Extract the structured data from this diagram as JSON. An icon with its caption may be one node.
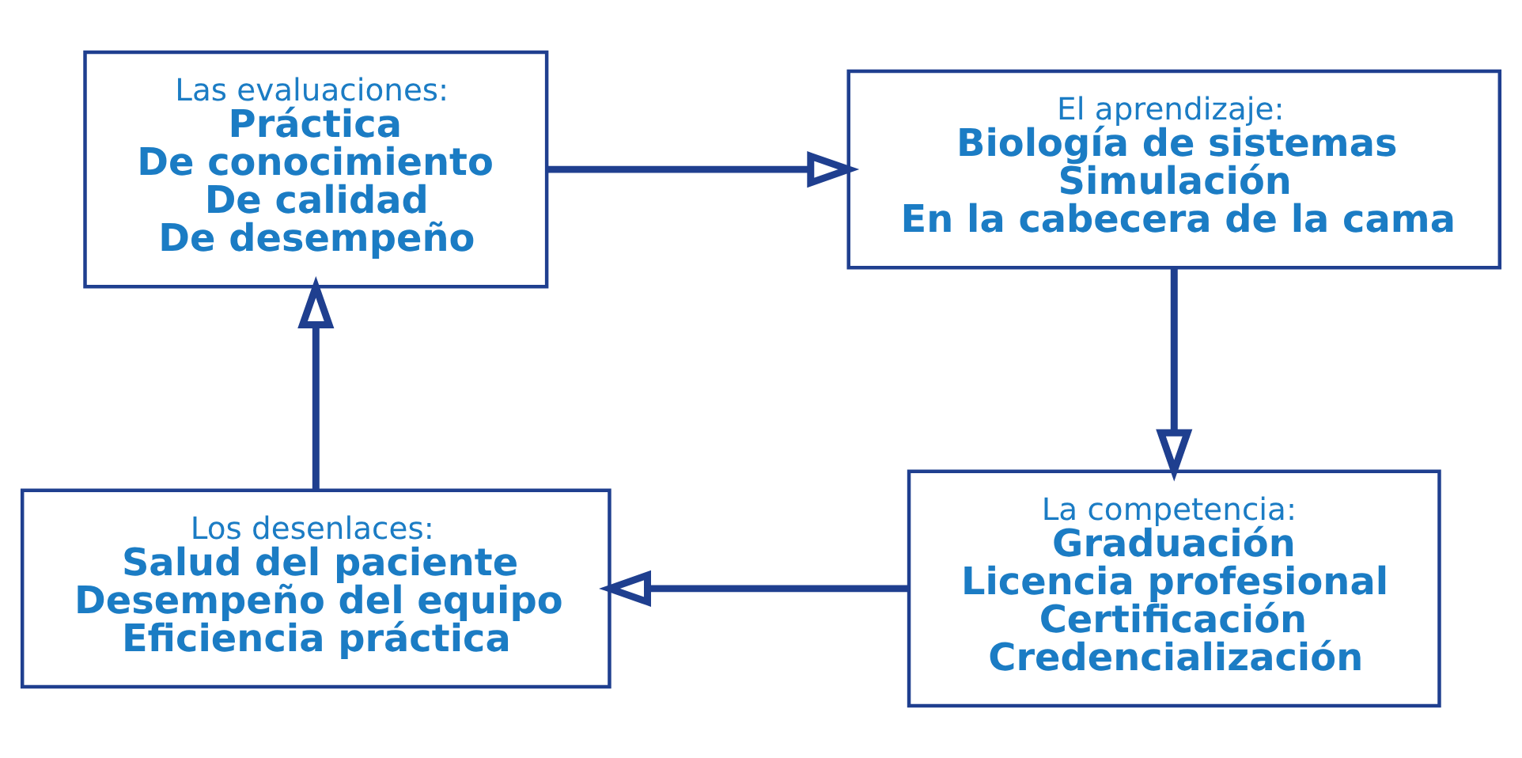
{
  "diagram": {
    "nodes": [
      {
        "text": [
          "Las evaluaciones:",
          "Práctica",
          "De conocimiento",
          "De calidad",
          "De desempeño"
        ]
      },
      {
        "text": [
          "El aprendizaje:",
          "Biología de sistemas",
          "Simulación",
          "En la cabecera de la cama"
        ]
      },
      {
        "text": [
          "La competencia:",
          "Graduación",
          "Licencia profesional",
          "Certificación",
          "Credencialización"
        ]
      },
      {
        "text": [
          "Los desenlaces:",
          "Salud del paciente",
          "Desempeño del equipo",
          "Eficiencia práctica"
        ]
      }
    ],
    "edges": [
      {
        "from": 0,
        "to": 1,
        "arrow": "to"
      },
      {
        "from": 1,
        "to": 2,
        "arrow": "to"
      },
      {
        "from": 2,
        "to": 3,
        "arrow": "to"
      },
      {
        "from": 3,
        "to": 0,
        "arrow": "to"
      }
    ]
  }
}
